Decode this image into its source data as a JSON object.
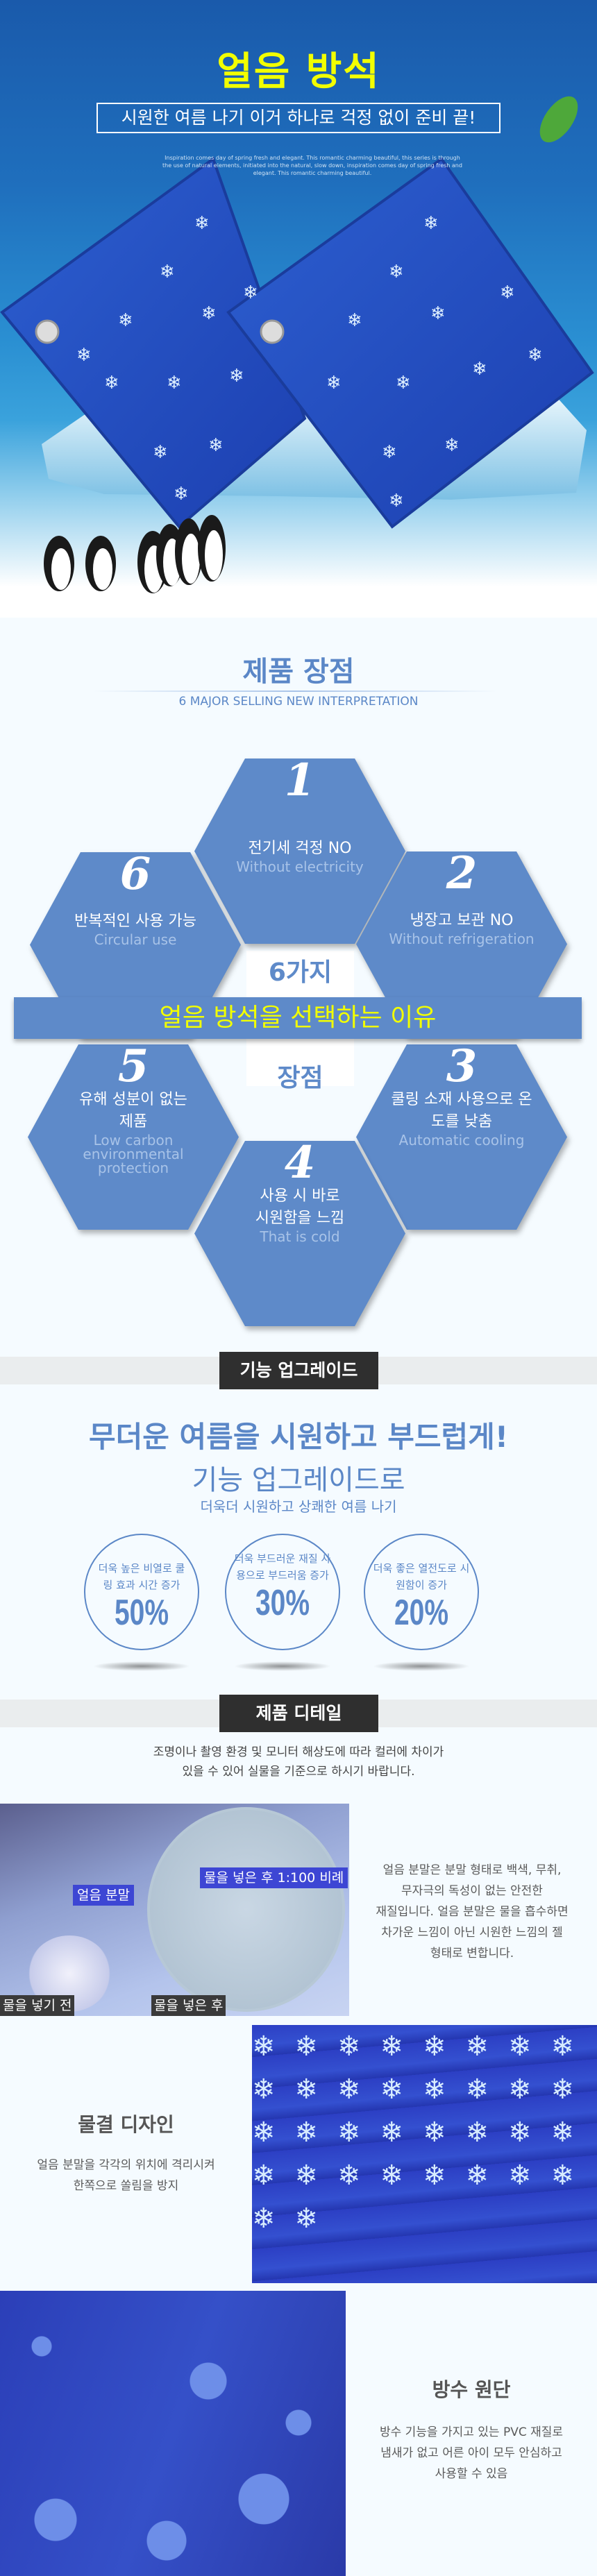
{
  "hero": {
    "title": "얼음 방석",
    "subtitle": "시원한 여름 나기  이거 하나로 걱정 없이 준비 끝!",
    "english_text": "Inspiration comes day of spring fresh and elegant. This romantic charming beautiful, this series is through the use of natural elements, initiated into the natural, slow down, inspiration comes day of spring fresh and elegant. This romantic charming beautiful."
  },
  "advantages": {
    "title": "제품 장점",
    "subtitle": "6 MAJOR SELLING NEW INTERPRETATION",
    "center_top": "6가지",
    "banner": "얼음 방석을 선택하는 이유",
    "center_bottom": "장점",
    "items": [
      {
        "num": "1",
        "ko": "전기세 걱정 NO",
        "en": "Without electricity"
      },
      {
        "num": "2",
        "ko": "냉장고 보관 NO",
        "en": "Without refrigeration"
      },
      {
        "num": "3",
        "ko": "쿨링 소재 사용으로 온도를 낮춤",
        "en": "Automatic cooling"
      },
      {
        "num": "4",
        "ko": "사용 시 바로 시원함을 느낌",
        "en": "That is cold"
      },
      {
        "num": "5",
        "ko": "유해 성분이 없는 제품",
        "en": "Low carbon environmental protection"
      },
      {
        "num": "6",
        "ko": "반복적인 사용 가능",
        "en": "Circular use"
      }
    ]
  },
  "upgrade": {
    "section_label": "기능 업그레이드",
    "headline": "무더운 여름을 시원하고 부드럽게!",
    "headline2": "기능 업그레이드로",
    "subline": "더욱더 시원하고 상쾌한 여름 나기",
    "circles": [
      {
        "text": "더욱 높은 비열로 쿨링 효과 시간 증가",
        "percent": "50%",
        "value": 50
      },
      {
        "text": "더욱 부드러운 재질 사용으로 부드러움 증가",
        "percent": "30%",
        "value": 30
      },
      {
        "text": "더욱 좋은 열전도로 시원함이 증가",
        "percent": "20%",
        "value": 20
      }
    ]
  },
  "detail": {
    "section_label": "제품 디테일",
    "notice_line1": "조명이나 촬영 환경 및 모니터 해상도에 따라 컬러에 차이가",
    "notice_line2": "있을 수 있어 실물을 기준으로 하시기 바랍니다.",
    "photo_labels": {
      "powder": "얼음 분말",
      "ratio": "물을 넣은 후 1:100 비례",
      "before": "물을 넣기 전",
      "after": "물을 넣은 후"
    },
    "powder_desc": [
      "얼음 분말은 분말 형태로 백색, 무취,",
      "무자극의 독성이 없는 안전한",
      "재질입니다. 얼음 분말은 물을 흡수하면",
      "차가운 느낌이 아닌 시원한 느낌의 젤",
      "형태로 변합니다."
    ],
    "wave": {
      "title": "물결 디자인",
      "lines": [
        "얼음 분말을 각각의 위치에 격리시켜",
        "한쪽으로 쏠림을 방지"
      ]
    },
    "waterproof": {
      "title": "방수 원단",
      "lines": [
        "방수 기능을 가지고 있는 PVC 재질로",
        "냄새가 없고 어른 아이 모두 안심하고",
        "사용할 수 있음"
      ]
    }
  },
  "colors": {
    "accent": "#5e8ac9",
    "yellow": "#f2ff00",
    "dark": "#2f2f2f"
  }
}
